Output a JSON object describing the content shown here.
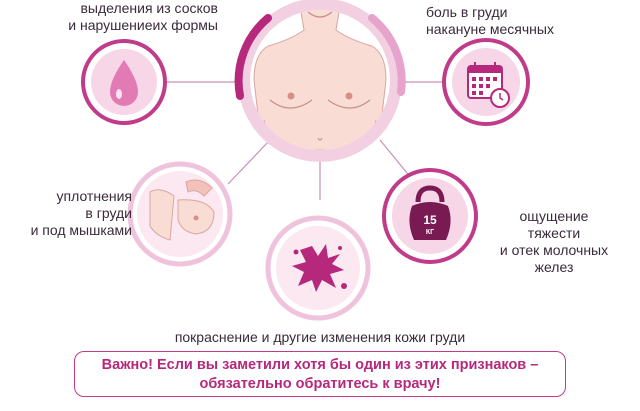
{
  "symptoms": {
    "discharge": {
      "lines": [
        "выделения из сосков",
        "и нарушениеих формы"
      ],
      "icon": "drop-icon"
    },
    "pain": {
      "lines": [
        "боль в груди",
        "накануне месячных"
      ],
      "icon": "calendar-clock-icon"
    },
    "lumps": {
      "lines": [
        "уплотнения",
        "в груди",
        "и под мышками"
      ],
      "icon": "armpit-palpation-icon"
    },
    "heaviness": {
      "lines": [
        "ощущение",
        "тяжести",
        "и отек молочных",
        "желез"
      ],
      "icon": "kettlebell-icon",
      "weight_text": "15",
      "weight_unit": "КГ"
    },
    "skin": {
      "lines": [
        "покраснение и другие изменения кожи груди"
      ],
      "icon": "skin-blot-icon"
    }
  },
  "center": {
    "icon": "female-torso-icon"
  },
  "notice": {
    "lines": [
      "Важно! Если вы заметили хотя бы один из этих признаков –",
      "обязательно обратитесь к врачу!"
    ]
  },
  "colors": {
    "magenta": "#c13b8b",
    "pink": "#e8a8cf",
    "light_pink": "#f6dbe9",
    "skin": "#f9dcd4"
  }
}
